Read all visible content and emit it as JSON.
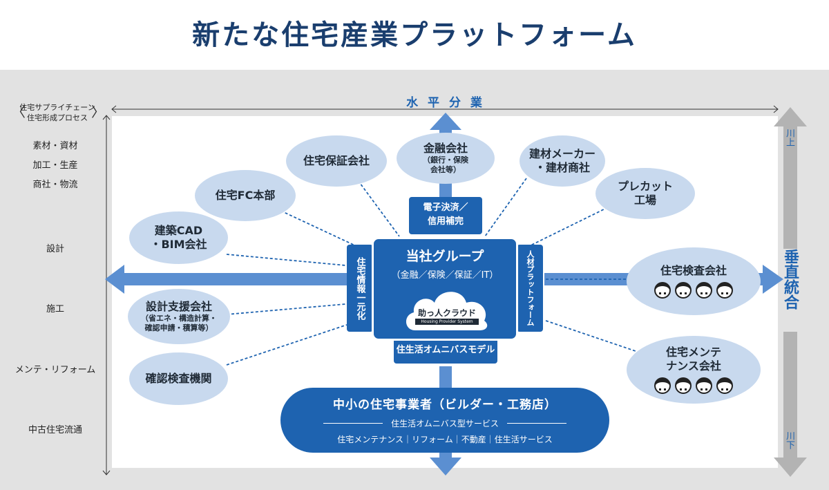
{
  "title": "新たな住宅産業プラットフォーム",
  "horizontal_label": "水 平 分 業",
  "vertical_label": "垂直統合",
  "upstream": "川上",
  "downstream": "川下",
  "left_header_line1": "住宅サプライチェーン",
  "left_header_line2": "住宅形成プロセス",
  "stages": [
    "素材・資材",
    "加工・生産",
    "商社・物流",
    "設計",
    "施工",
    "メンテ・リフォーム",
    "中古住宅流通"
  ],
  "ovals": {
    "kinyu_title": "金融会社",
    "kinyu_sub1": "（銀行・保険",
    "kinyu_sub2": "会社等）",
    "hosho": "住宅保証会社",
    "fc": "住宅FC本部",
    "cad1": "建築CAD",
    "cad2": "・BIM会社",
    "sekkei_title": "設計支援会社",
    "sekkei_sub1": "（省エネ・構造計算・",
    "sekkei_sub2": "確認申請・積算等）",
    "kakunin": "確認検査機関",
    "kenzai1": "建材メーカー",
    "kenzai2": "・建材商社",
    "precut1": "プレカット",
    "precut2": "工場",
    "kensa": "住宅検査会社",
    "maint1": "住宅メンテ",
    "maint2": "ナンス会社"
  },
  "center": {
    "title": "当社グループ",
    "subtitle": "（金融／保険／保証／IT）",
    "cloud_logo": "助っ人クラウド",
    "cloud_sub": "Housing Provider System",
    "top_tab1": "電子決済／",
    "top_tab2": "信用補完",
    "left_tab": "住宅情報一元化",
    "right_tab": "人材プラットフォーム",
    "bottom_tab": "住生活オムニバスモデル"
  },
  "builder": {
    "title": "中小の住宅事業者（ビルダー・工務店）",
    "sub": "住生活オムニバス型サービス",
    "services": "住宅メンテナンス｜リフォーム｜不動産｜住生活サービス"
  },
  "colors": {
    "accent": "#1e63b0",
    "oval": "#c8d9ee",
    "arrow": "#5b8fd1",
    "title": "#1a3e6e"
  }
}
